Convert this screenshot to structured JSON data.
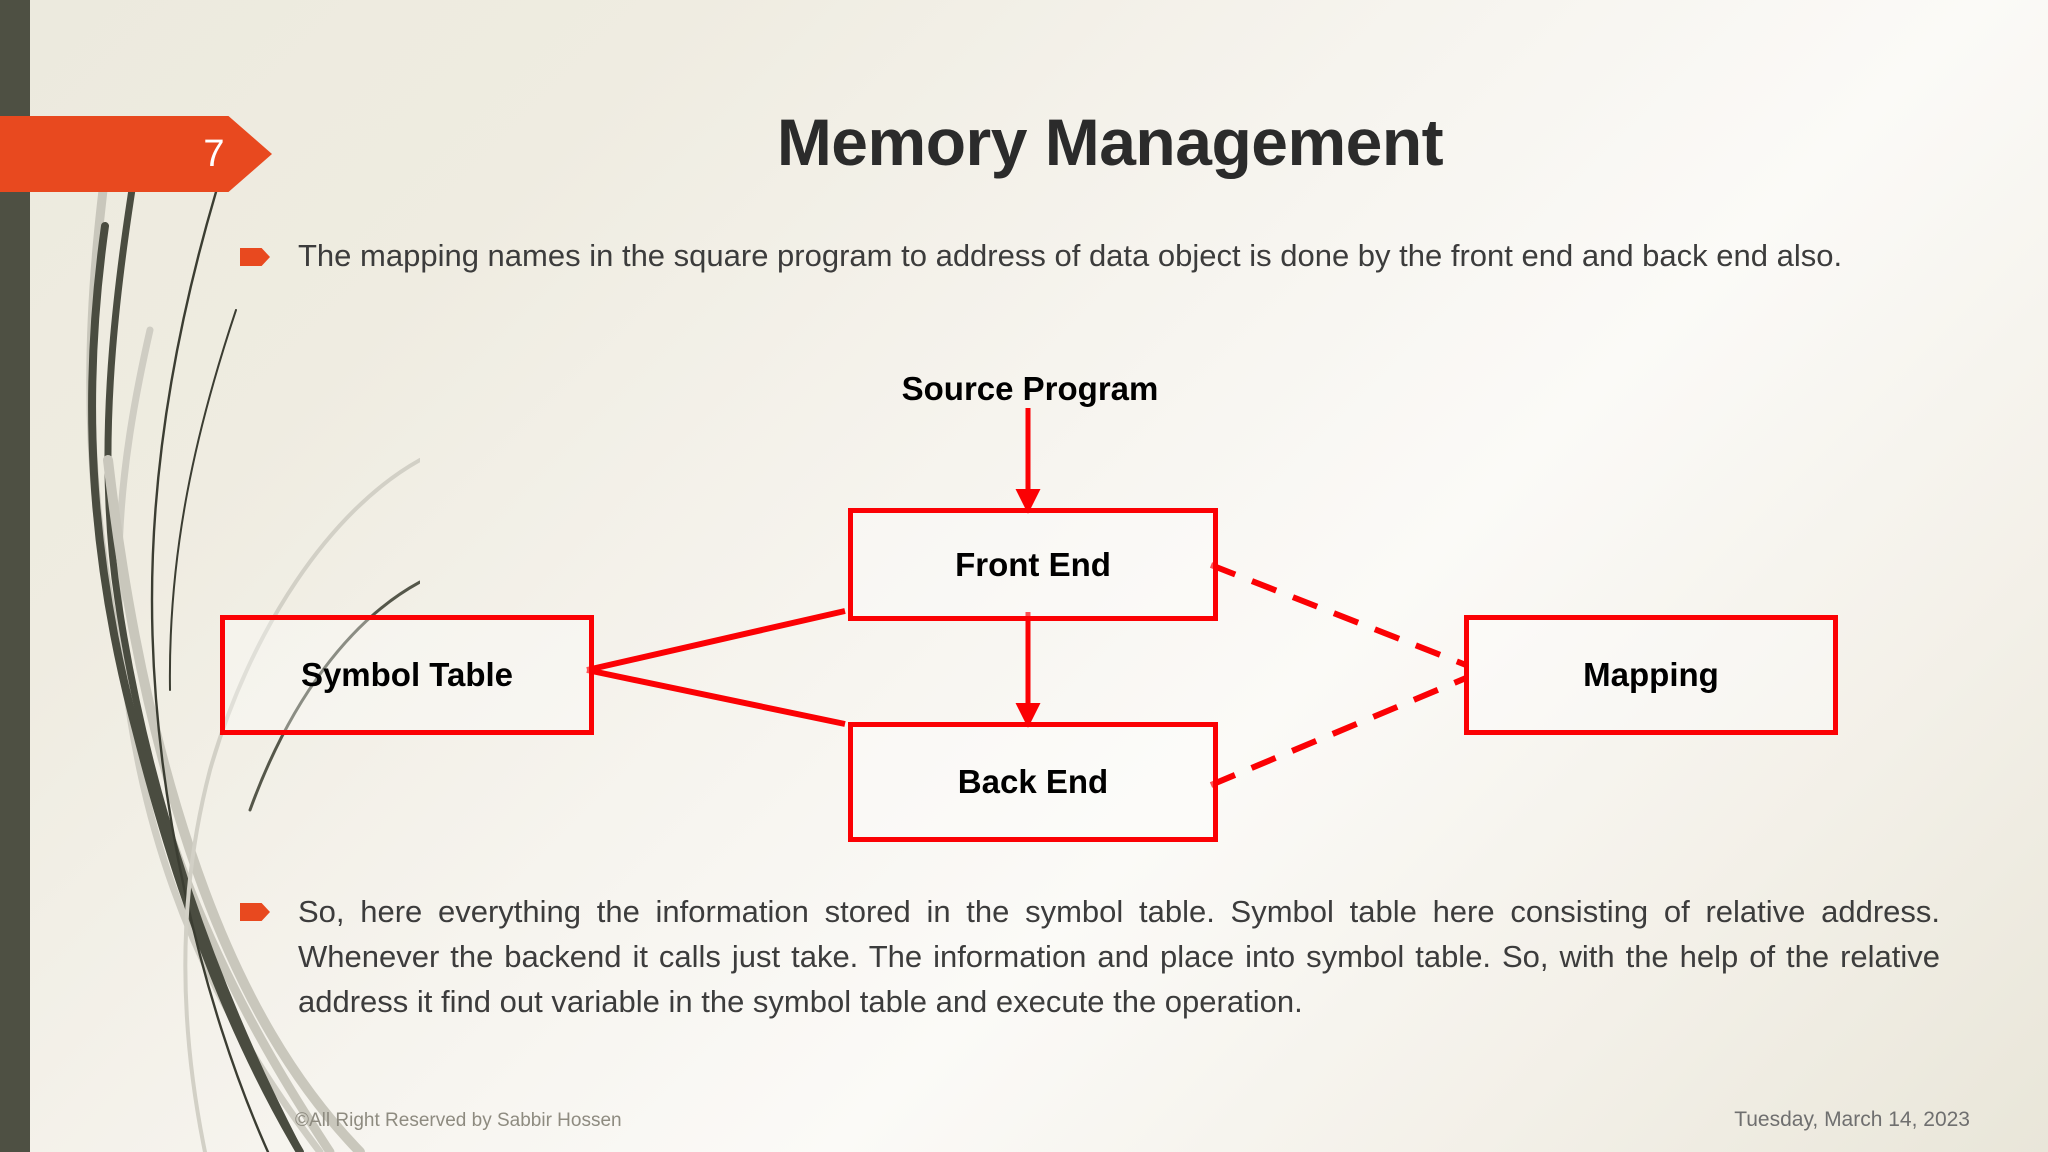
{
  "slide": {
    "page_number": "7",
    "title": "Memory Management",
    "accent_color": "#e8491f",
    "diagram_color": "#fb0104",
    "sidebar_color": "#4e5043",
    "background_color": "#f2efe6"
  },
  "bullets": [
    {
      "marker": "arrow-bullet-icon",
      "text": "The mapping names in the square program to address of data object is done by the front end and back end also."
    },
    {
      "marker": "arrow-bullet-icon",
      "text": "So, here everything the information stored in the symbol table. Symbol table here consisting of relative address. Whenever the backend it calls just take. The information and place into symbol table. So, with the help of the relative address it find out variable in the symbol table and execute the operation."
    }
  ],
  "diagram": {
    "source_label": "Source Program",
    "nodes": {
      "front_end": "Front End",
      "back_end": "Back End",
      "symbol_table": "Symbol Table",
      "mapping": "Mapping"
    },
    "connectors": [
      {
        "from": "Source Program",
        "to": "Front End",
        "style": "solid-arrow"
      },
      {
        "from": "Front End",
        "to": "Back End",
        "style": "solid-arrow"
      },
      {
        "from": "Front End",
        "to": "Symbol Table",
        "style": "solid"
      },
      {
        "from": "Back End",
        "to": "Symbol Table",
        "style": "solid"
      },
      {
        "from": "Front End",
        "to": "Mapping",
        "style": "dashed"
      },
      {
        "from": "Back End",
        "to": "Mapping",
        "style": "dashed"
      }
    ]
  },
  "footer": {
    "copyright": "©All Right Reserved by Sabbir Hossen",
    "date": "Tuesday, March 14, 2023"
  }
}
